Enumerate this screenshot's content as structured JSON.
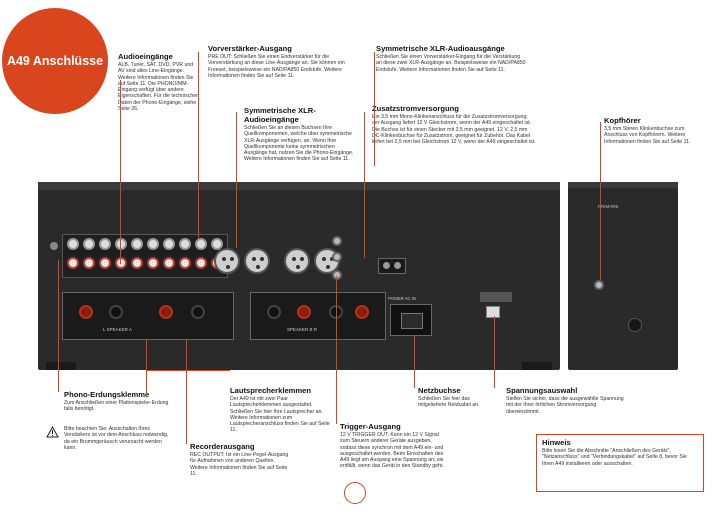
{
  "badge": {
    "title": "A49 Anschlüsse"
  },
  "callouts": {
    "audioeingaenge": {
      "title": "Audioeingänge",
      "body": "ALB, Tuner, SAT, DVD, PVR und AV sind alles Line-Eingänge. Weitere Informationen finden Sie auf Seite 11. Die PHONO/MM-Eingang verfügt über andere Eigenschaften. Für die technischen Daten der Phono-Eingänge, siehe Seite 26."
    },
    "vorverstaerker": {
      "title": "Vorverstärker-Ausgang",
      "body": "PRE OUT: Schließen Sie einen Endverstärker für die Vorverstärkung an diese Line-Ausgänge an. Sie können ein Freeset, beispielsweise ein NAD/PA850 Endstufe. Weitere Informationen finden Sie auf Seite 11."
    },
    "sym_xlr_aus": {
      "title": "Symmetrische XLR-Audioausgänge",
      "body": "Schließen Sie einen Vorverstärker-Eingang für die Verstärkung an diese zwei XLR-Ausgänge an. Beispielsweise ein NAD/PA850 Endstufe. Weitere Informationen finden Sie auf Seite 11."
    },
    "sym_xlr_ein": {
      "title": "Symmetrische XLR-Audioeingänge",
      "body": "Schließen Sie an diesen Buchsen Ihre Quellkomponenten, welche über symmetrische XLR-Ausgänge verfügen, an. Wenn Ihre Quellkomponente keine symmetrischen Ausgänge hat, nutzen Sie die Phono-Eingänge. Weitere Informationen finden Sie auf Seite 11."
    },
    "zusatzstrom": {
      "title": "Zusatzstromversorgung",
      "body": "Ein 3,5 mm Mono-Klinkenanschluss für die Zusatzstromversorgung; der Ausgang liefert 12 V Gleichstrom, wenn der A49 eingeschaltet ist. Die Buchse ist für einen Stecker mit 3,5 mm geeignet. 12 V, 2,5 mm DC-Klinkenbuchse für Zusatzstrom, geeignet für Zubehör. Das Kabel liefert bei 2,5 mm bei Gleichstrom 12 V, wenn der A49 eingeschaltet ist."
    },
    "kopfhoerer": {
      "title": "Kopfhörer",
      "body": "3,5 mm Stereo Klinkenbuchse zum Anschluss von Kopfhörern. Weitere Informationen finden Sie auf Seite 11."
    },
    "phono_erdung": {
      "title": "Phono-Erdungsklemme",
      "body": "Zum Anschließen einer Plattenspieler-Erdung falls benötigt.",
      "warning": "Bitte beachten Sie: Ausschalten Ihres Verstärkers ist vor dem Anschluss notwendig, da ein Brummgeräusch verursacht werden kann."
    },
    "lautsprecher": {
      "title": "Lautsprecherklemmen",
      "body": "Der A49 ist mit zwei Paar Lautsprecherklemmen ausgestattet. Schließen Sie hier Ihre Lautsprecher an. Weitere Informationen zum Lautsprecheranschluss finden Sie auf Seite 11."
    },
    "recorder": {
      "title": "Recorderausgang",
      "body": "REC OUTPUT: Ist ein Line-Pegel-Ausgang für Aufnahmen von anderen Quellen. Weitere Informationen finden Sie auf Seite 11."
    },
    "trigger": {
      "title": "Trigger-Ausgang",
      "body": "12 V TRIGGER OUT: Kann ein 12 V Signal zum Steuern anderer Geräte ausgeben, sodass diese synchron mit dem A49 ein- und ausgeschaltet werden. Beim Einschalten des A49 liegt am Ausgang eine Spannung an; sie entfällt, wenn das Gerät in den Standby geht."
    },
    "netzbuchse": {
      "title": "Netzbuchse",
      "body": "Schließen Sie hier das mitgelieferte Netzkabel an."
    },
    "spannung": {
      "title": "Spannungsauswahl",
      "body": "Stellen Sie sicher, dass die ausgewählte Spannung mit der Ihrer örtlichen Stromversorgung übereinstimmt."
    }
  },
  "hinweis": {
    "title": "Hinweis",
    "body": "Bitte lesen Sie die Abschnitte \"Anschließen des Geräts\", \"Netzanschluss\" und \"Verbindungskabel\" auf Seite 8, bevor Sie Ihren A49 installieren oder ausschalten."
  },
  "device": {
    "power_label": "POWER AC IN",
    "speaker_a_label": "L  SPEAKER A",
    "speaker_b_label": "SPEAKER B  R",
    "brand_side": "PRIMARE"
  },
  "colors": {
    "accent": "#d9461d",
    "panel": "#2a2a2a"
  }
}
